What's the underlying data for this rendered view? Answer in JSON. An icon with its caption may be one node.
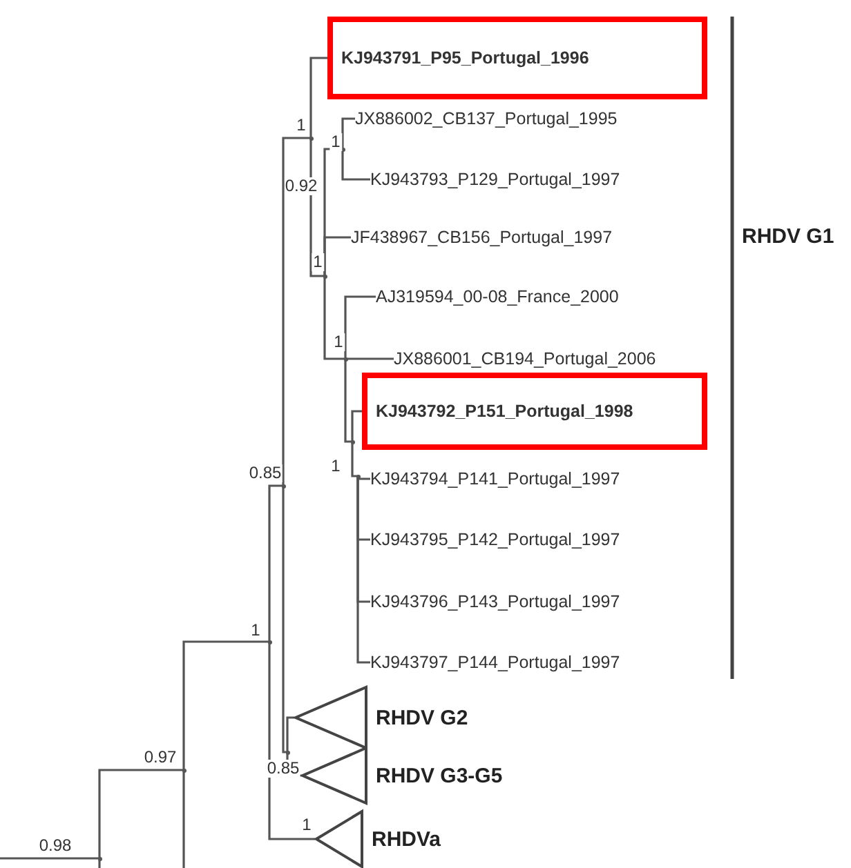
{
  "diagram": {
    "nodes": [
      {
        "text": [],
        "shape": "point"
      },
      {
        "text": [],
        "shape": "point"
      },
      {
        "text": [],
        "shape": "point"
      },
      {
        "text": [],
        "shape": "point"
      },
      {
        "text": [],
        "shape": "point"
      },
      {
        "text": [
          "KJ943791_P95_Portugal_1996"
        ]
      },
      {
        "text": [],
        "shape": "point"
      },
      {
        "text": [],
        "shape": "point"
      },
      {
        "text": [
          "JX886002_CB137_Portugal_1995"
        ]
      },
      {
        "text": [
          "KJ943793_P129_Portugal_1997"
        ]
      },
      {
        "text": [
          "JF438967_CB156_Portugal_1997"
        ]
      },
      {
        "text": [],
        "shape": "point"
      },
      {
        "text": [
          "AJ319594_00-08_France_2000"
        ]
      },
      {
        "text": [
          "JX886001_CB194_Portugal_2006"
        ]
      },
      {
        "text": [],
        "shape": "point"
      },
      {
        "text": [
          "KJ943792_P151_Portugal_1998"
        ]
      },
      {
        "text": [],
        "shape": "point"
      },
      {
        "text": [
          "KJ943794_P141_Portugal_1997"
        ]
      },
      {
        "text": [
          "KJ943795_P142_Portugal_1997"
        ]
      },
      {
        "text": [
          "KJ943796_P143_Portugal_1997"
        ]
      },
      {
        "text": [
          "KJ943797_P144_Portugal_1997"
        ]
      },
      {
        "text": [],
        "shape": "point"
      },
      {
        "text": [
          "RHDV G2"
        ]
      },
      {
        "text": [
          "RHDV G3-G5"
        ]
      },
      {
        "text": [
          "RHDVa"
        ]
      }
    ],
    "edges": [
      {
        "from": null,
        "to": 0,
        "arrow": "none",
        "label": "0.98"
      },
      {
        "from": 0,
        "to": 1,
        "arrow": "none",
        "label": "0.97"
      },
      {
        "from": 0,
        "to": null,
        "arrow": "none"
      },
      {
        "from": 1,
        "to": 2,
        "arrow": "none",
        "label": "1"
      },
      {
        "from": 1,
        "to": null,
        "arrow": "none"
      },
      {
        "from": 2,
        "to": 3,
        "arrow": "none",
        "label": "0.85"
      },
      {
        "from": 2,
        "to": 24,
        "arrow": "none",
        "label": "1"
      },
      {
        "from": 3,
        "to": 4,
        "arrow": "none",
        "label": "1"
      },
      {
        "from": 3,
        "to": 21,
        "arrow": "none",
        "label": "0.85"
      },
      {
        "from": 4,
        "to": 5,
        "arrow": "none"
      },
      {
        "from": 4,
        "to": 6,
        "arrow": "none",
        "label": "1"
      },
      {
        "from": 6,
        "to": 7,
        "arrow": "none",
        "label": "1"
      },
      {
        "from": 6,
        "to": 10,
        "arrow": "none"
      },
      {
        "from": 6,
        "to": 11,
        "arrow": "none",
        "label": "1"
      },
      {
        "from": 7,
        "to": 8,
        "arrow": "none"
      },
      {
        "from": 7,
        "to": 9,
        "arrow": "none"
      },
      {
        "from": 11,
        "to": 12,
        "arrow": "none"
      },
      {
        "from": 11,
        "to": 13,
        "arrow": "none"
      },
      {
        "from": 11,
        "to": 14,
        "arrow": "none",
        "label": "1"
      },
      {
        "from": 14,
        "to": 15,
        "arrow": "none"
      },
      {
        "from": 14,
        "to": 16,
        "arrow": "none"
      },
      {
        "from": 16,
        "to": 17,
        "arrow": "none"
      },
      {
        "from": 16,
        "to": 18,
        "arrow": "none"
      },
      {
        "from": 16,
        "to": 19,
        "arrow": "none"
      },
      {
        "from": 16,
        "to": 20,
        "arrow": "none"
      },
      {
        "from": 21,
        "to": 22,
        "arrow": "none"
      },
      {
        "from": 21,
        "to": 23,
        "arrow": "none"
      }
    ],
    "labels": [
      "0.92",
      "RHDV G1"
    ]
  }
}
